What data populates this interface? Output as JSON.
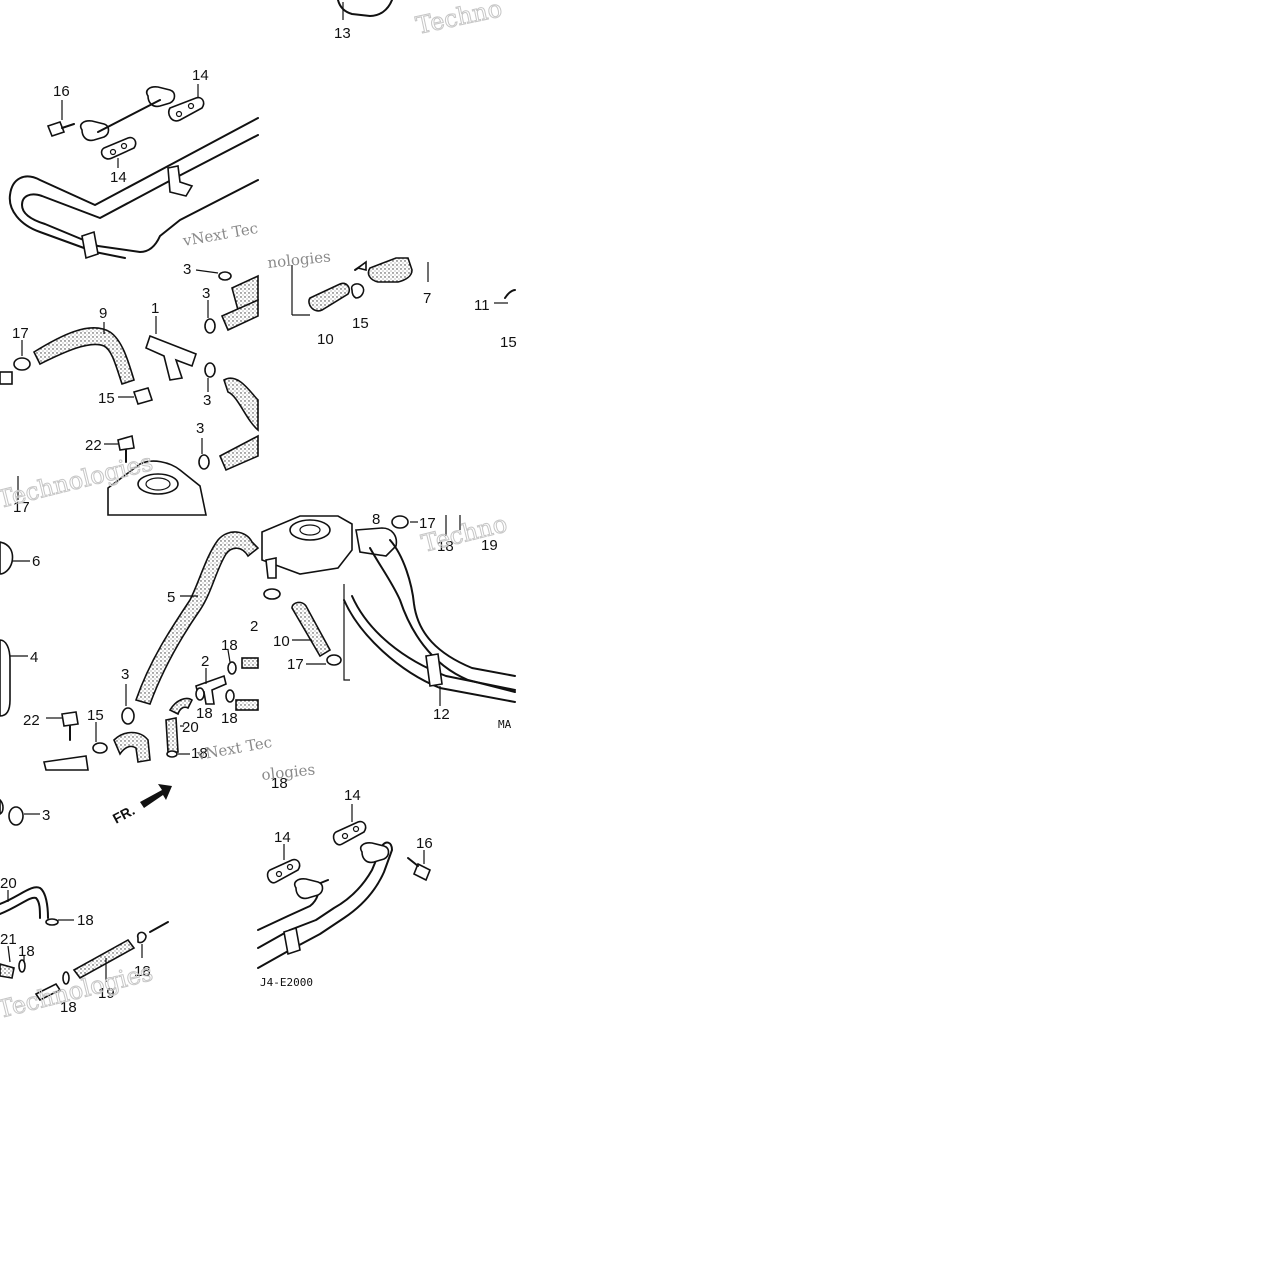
{
  "diagram": {
    "part_labels": [
      "1",
      "2",
      "3",
      "4",
      "5",
      "6",
      "7",
      "8",
      "9",
      "10",
      "11",
      "12",
      "13",
      "14",
      "15",
      "16",
      "17",
      "18",
      "19",
      "20",
      "21",
      "22"
    ],
    "direction_label": "FR.",
    "diagram_codes": [
      "J4-E2000",
      "MA"
    ],
    "watermark_texts": [
      "Techno",
      "vNext Tec",
      "nologies",
      "Technologies",
      "ologies"
    ]
  },
  "colors": {
    "line": "#111111",
    "watermark": "#c6c6c6",
    "background": "#ffffff"
  }
}
